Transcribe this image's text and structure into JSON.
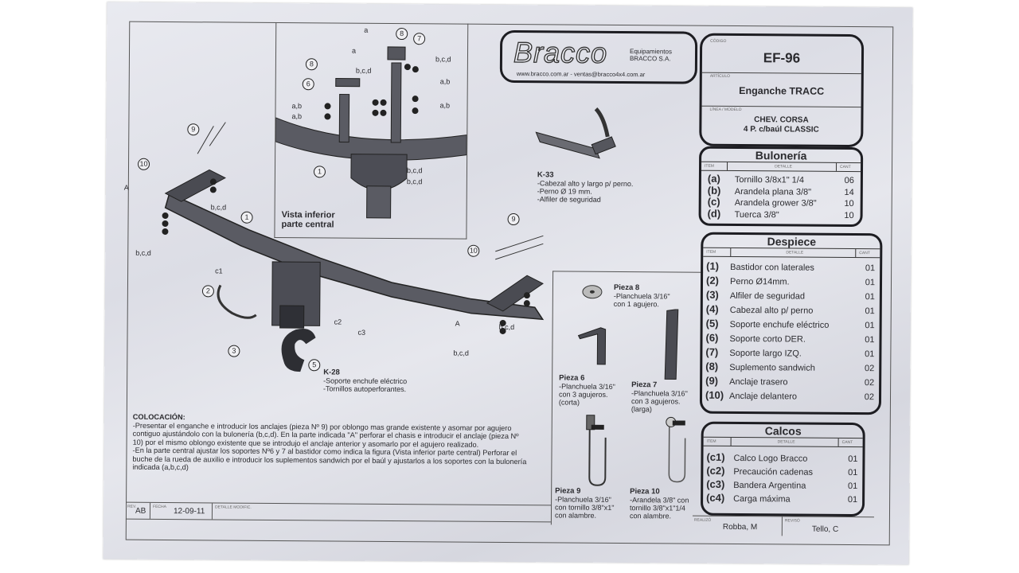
{
  "brand": {
    "logo": "Bracco",
    "company_line1": "Equipamientos",
    "company_line2": "BRACCO S.A.",
    "contact": "www.bracco.com.ar - ventas@bracco4x4.com.ar"
  },
  "header": {
    "codigo_label": "Código",
    "codigo": "EF-96",
    "articulo_label": "Artículo",
    "articulo": "Enganche TRACC",
    "modelo_label": "Línea / Modelo",
    "modelo_line1": "CHEV. CORSA",
    "modelo_line2": "4 P. c/baúl CLASSIC"
  },
  "buloneria": {
    "title": "Bulonería",
    "col_item": "Item",
    "col_detalle": "Detalle",
    "col_cant": "Cant",
    "rows": [
      {
        "item": "(a)",
        "detalle": "Tornillo 3/8x1\" 1/4",
        "cant": "06"
      },
      {
        "item": "(b)",
        "detalle": "Arandela plana 3/8\"",
        "cant": "14"
      },
      {
        "item": "(c)",
        "detalle": "Arandela grower 3/8\"",
        "cant": "10"
      },
      {
        "item": "(d)",
        "detalle": "Tuerca 3/8\"",
        "cant": "10"
      }
    ]
  },
  "despiece": {
    "title": "Despiece",
    "col_item": "Item",
    "col_detalle": "Detalle",
    "col_cant": "Cant",
    "rows": [
      {
        "item": "(1)",
        "detalle": "Bastidor con laterales",
        "cant": "01"
      },
      {
        "item": "(2)",
        "detalle": "Perno Ø14mm.",
        "cant": "01"
      },
      {
        "item": "(3)",
        "detalle": "Alfiler de seguridad",
        "cant": "01"
      },
      {
        "item": "(4)",
        "detalle": "Cabezal alto p/ perno",
        "cant": "01"
      },
      {
        "item": "(5)",
        "detalle": "Soporte enchufe eléctrico",
        "cant": "01"
      },
      {
        "item": "(6)",
        "detalle": "Soporte corto DER.",
        "cant": "01"
      },
      {
        "item": "(7)",
        "detalle": "Soporte largo IZQ.",
        "cant": "01"
      },
      {
        "item": "(8)",
        "detalle": "Suplemento sandwich",
        "cant": "02"
      },
      {
        "item": "(9)",
        "detalle": "Anclaje trasero",
        "cant": "02"
      },
      {
        "item": "(10)",
        "detalle": "Anclaje delantero",
        "cant": "02"
      }
    ]
  },
  "calcos": {
    "title": "Calcos",
    "col_item": "Item",
    "col_detalle": "Detalle",
    "col_cant": "Cant",
    "rows": [
      {
        "item": "(c1)",
        "detalle": "Calco Logo Bracco",
        "cant": "01"
      },
      {
        "item": "(c2)",
        "detalle": "Precaución cadenas",
        "cant": "01"
      },
      {
        "item": "(c3)",
        "detalle": "Bandera Argentina",
        "cant": "01"
      },
      {
        "item": "(c4)",
        "detalle": "Carga máxima",
        "cant": "01"
      }
    ]
  },
  "k33": {
    "title": "K-33",
    "l1": "-Cabezal alto y largo p/ perno.",
    "l2": "-Perno Ø 19 mm.",
    "l3": "-Alfiler de seguridad"
  },
  "k28": {
    "title": "K-28",
    "l1": "-Soporte enchufe eléctrico",
    "l2": "-Tornillos autoperforantes."
  },
  "piezas": {
    "p8": {
      "title": "Pieza 8",
      "l1": "-Planchuela 3/16\"",
      "l2": "con 1 agujero."
    },
    "p6": {
      "title": "Pieza 6",
      "l1": "-Planchuela 3/16\"",
      "l2": "con 3 agujeros.",
      "l3": "(corta)"
    },
    "p7": {
      "title": "Pieza 7",
      "l1": "-Planchuela 3/16\"",
      "l2": "con 3 agujeros.",
      "l3": "(larga)"
    },
    "p9": {
      "title": "Pieza 9",
      "l1": "-Planchuela 3/16\"",
      "l2": "con tornillo 3/8\"x1\"",
      "l3": "con alambre."
    },
    "p10": {
      "title": "Pieza 10",
      "l1": "-Arandela 3/8\" con",
      "l2": "tornillo 3/8\"x1\"1/4",
      "l3": "con alambre."
    }
  },
  "vista": {
    "line1": "Vista inferior",
    "line2": "parte central"
  },
  "callouts": {
    "n1": "1",
    "n2": "2",
    "n3": "3",
    "n5": "5",
    "n6": "6",
    "n7": "7",
    "n8": "8",
    "n9": "9",
    "n10": "10",
    "A": "A",
    "a": "a",
    "ab": "a,b",
    "bcd": "b,c,d",
    "c1": "c1",
    "c2": "c2",
    "c3": "c3"
  },
  "colocacion": {
    "title": "COLOCACIÓN:",
    "p1": "-Presentar el enganche e introducir los anclajes (pieza Nº 9) por oblongo mas grande existente y asomar por agujero contiguo ajustándolo con la bulonería (b,c,d). En la parte indicada \"A\" perforar el chasis e introducir el anclaje (pieza Nº 10) por el mismo oblongo existente que se introdujo el anclaje anterior y asomarlo por el agujero realizado.",
    "p2": "-En la parte central ajustar los soportes Nº6 y 7 al bastidor como indica la figura (Vista inferior parte central) Perforar el buche de la rueda de auxilio e introducir los suplementos sandwich por el baúl y ajustarlos a los soportes con la bulonería indicada (a,b,c,d)"
  },
  "footer": {
    "rev_label": "Rev.",
    "rev": "AB",
    "fecha_label": "Fecha",
    "fecha": "12-09-11",
    "detalle_label": "Detalle modific.",
    "realizo_label": "Realizó",
    "realizo": "Robba, M",
    "reviso_label": "Revisó",
    "reviso": "Tello, C"
  }
}
